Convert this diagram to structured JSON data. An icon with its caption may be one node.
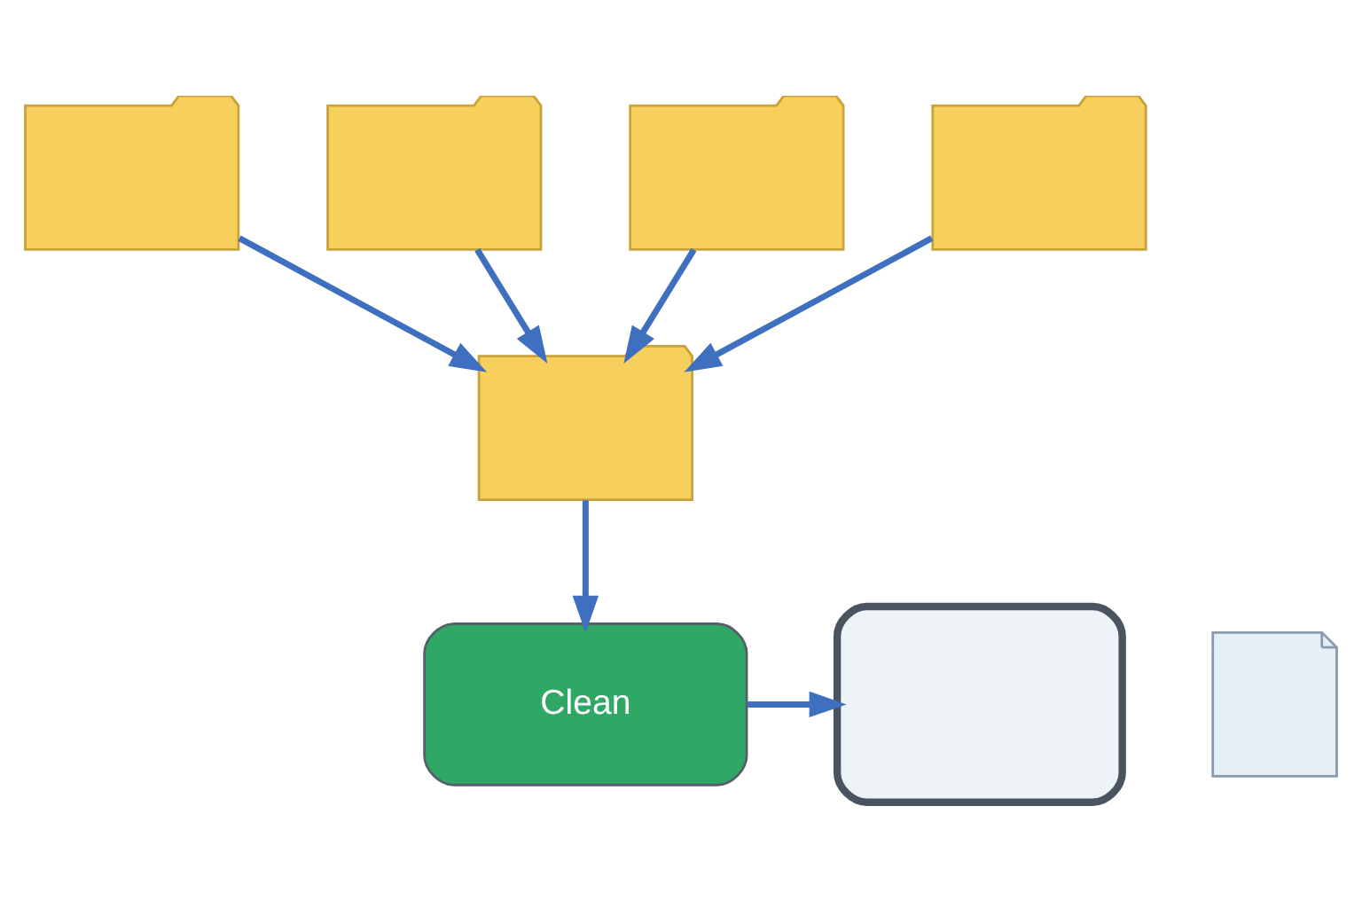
{
  "diagram": {
    "nodes": [
      {
        "text": [],
        "shape": "folder"
      },
      {
        "text": [],
        "shape": "folder"
      },
      {
        "text": [],
        "shape": "folder"
      },
      {
        "text": [],
        "shape": "folder"
      },
      {
        "text": [],
        "shape": "folder"
      },
      {
        "text": [],
        "shape": "document"
      },
      {
        "text": [
          "Clean"
        ]
      },
      {
        "text": [],
        "shape": "monitor"
      }
    ],
    "edges": [
      {
        "from": 0,
        "to": 4,
        "arrow": "to"
      },
      {
        "from": 1,
        "to": 4,
        "arrow": "to"
      },
      {
        "from": 2,
        "to": 4,
        "arrow": "to"
      },
      {
        "from": 3,
        "to": 4,
        "arrow": "to"
      },
      {
        "from": 4,
        "to": 6,
        "arrow": "to"
      },
      {
        "from": 6,
        "to": 7,
        "arrow": "to"
      }
    ]
  }
}
